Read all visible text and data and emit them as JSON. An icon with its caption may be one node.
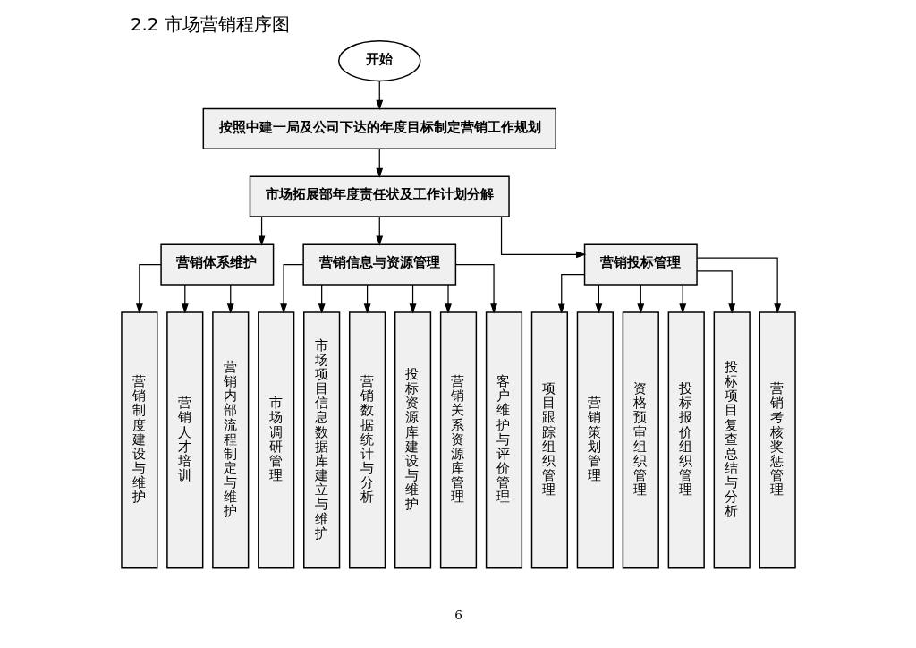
{
  "diagram": {
    "title": "2.2 市场营销程序图",
    "nodes": [
      {
        "text": [
          "开始"
        ]
      },
      {
        "text": [
          "按照中建一局及公司下达的年度目标制定营销工作规划"
        ]
      },
      {
        "text": [
          "市场拓展部年度责任状及工作计划分解"
        ]
      },
      {
        "text": [
          "营销体系维护"
        ]
      },
      {
        "text": [
          "营销信息与资源管理"
        ]
      },
      {
        "text": [
          "营销投标管理"
        ]
      },
      {
        "text": [
          "营销制度建设与维护"
        ]
      },
      {
        "text": [
          "营销人才培训"
        ]
      },
      {
        "text": [
          "营销内部流程制定与维护"
        ]
      },
      {
        "text": [
          "市场调研管理"
        ]
      },
      {
        "text": [
          "市场项目信息数据库建立与维护"
        ]
      },
      {
        "text": [
          "营销数据统计与分析"
        ]
      },
      {
        "text": [
          "投标资源库建设与维护"
        ]
      },
      {
        "text": [
          "营销关系资源库管理"
        ]
      },
      {
        "text": [
          "客户维护与评价管理"
        ]
      },
      {
        "text": [
          "项目跟踪组织管理"
        ]
      },
      {
        "text": [
          "营销策划管理"
        ]
      },
      {
        "text": [
          "资格预审组织管理"
        ]
      },
      {
        "text": [
          "投标报价组织管理"
        ]
      },
      {
        "text": [
          "投标项目复查总结与分析"
        ]
      },
      {
        "text": [
          "营销考核奖惩管理"
        ]
      }
    ],
    "edges": [
      {
        "from": 0,
        "to": 1,
        "arrow": "to"
      },
      {
        "from": 1,
        "to": 2,
        "arrow": "to"
      },
      {
        "from": 2,
        "to": 3,
        "arrow": "to"
      },
      {
        "from": 2,
        "to": 4,
        "arrow": "to"
      },
      {
        "from": 2,
        "to": 5,
        "arrow": "to"
      },
      {
        "from": 3,
        "to": 6,
        "arrow": "to"
      },
      {
        "from": 3,
        "to": 7,
        "arrow": "to"
      },
      {
        "from": 3,
        "to": 8,
        "arrow": "to"
      },
      {
        "from": 4,
        "to": 9,
        "arrow": "to"
      },
      {
        "from": 4,
        "to": 10,
        "arrow": "to"
      },
      {
        "from": 4,
        "to": 11,
        "arrow": "to"
      },
      {
        "from": 4,
        "to": 12,
        "arrow": "to"
      },
      {
        "from": 4,
        "to": 13,
        "arrow": "to"
      },
      {
        "from": 4,
        "to": 14,
        "arrow": "to"
      },
      {
        "from": 5,
        "to": 15,
        "arrow": "to"
      },
      {
        "from": 5,
        "to": 16,
        "arrow": "to"
      },
      {
        "from": 5,
        "to": 17,
        "arrow": "to"
      },
      {
        "from": 5,
        "to": 18,
        "arrow": "to"
      },
      {
        "from": 5,
        "to": 19,
        "arrow": "to"
      },
      {
        "from": 5,
        "to": 20,
        "arrow": "to"
      }
    ],
    "labels": [
      "6"
    ]
  }
}
